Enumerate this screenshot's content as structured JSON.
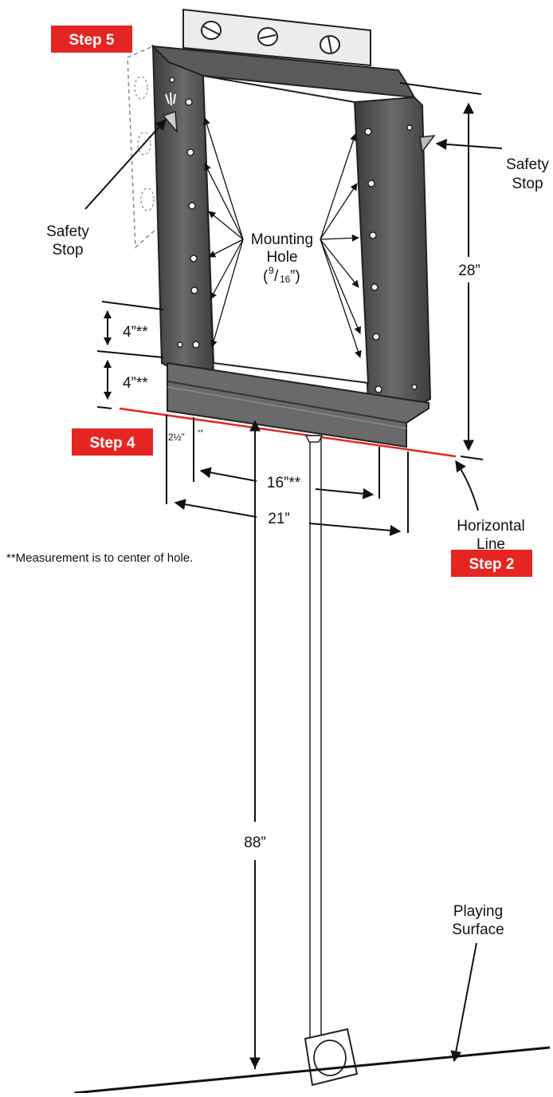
{
  "steps": {
    "step5": "Step 5",
    "step4": "Step 4",
    "step2": "Step 2"
  },
  "labels": {
    "safety_stop_left_1": "Safety",
    "safety_stop_left_2": "Stop",
    "safety_stop_right_1": "Safety",
    "safety_stop_right_2": "Stop",
    "mounting_1": "Mounting",
    "mounting_2": "Hole",
    "mounting_open": "(",
    "mounting_num": "9",
    "mounting_slash": "/",
    "mounting_den": "16",
    "mounting_close": "”)",
    "horizontal_1": "Horizontal",
    "horizontal_2": "Line",
    "playing_1": "Playing",
    "playing_2": "Surface",
    "note": "**Measurement is to center of hole."
  },
  "dimensions": {
    "height_28": "28”",
    "upper_4": "4”**",
    "lower_4": "4”**",
    "offset_2_5": "2½”",
    "offset_2_5_mark": "**",
    "width_16": "16”**",
    "width_21": "21”",
    "height_88": "88”"
  },
  "colors": {
    "step_red": "#e52521",
    "line_red": "#e52521",
    "bracket_dark": "#4a4a4a",
    "bracket_mid": "#6b6b6b",
    "plate": "#eaeaea"
  }
}
